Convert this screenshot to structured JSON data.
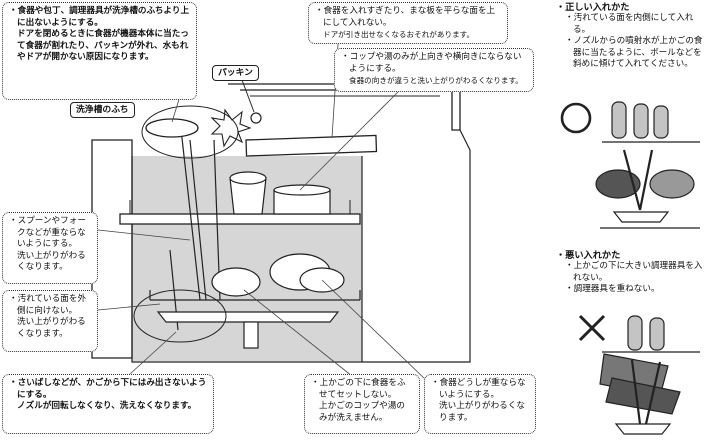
{
  "labels": {
    "packing": "パッキン",
    "tub_rim": "洗浄槽のふち"
  },
  "callouts": {
    "top_left": {
      "lines": [
        "・食器や包丁、調理器具が洗浄槽のふちより上に出ないようにする。",
        "ドアを閉めるときに食器が機器本体に当たって食器が割れたり、パッキンが外れ、水もれやドアが開かない原因になります。"
      ]
    },
    "top_mid": {
      "lines": [
        "・食器を入れすぎたり、まな板を平らな面を上にして入れない。",
        "ドアが引き出せなくなるおそれがあります。"
      ]
    },
    "mid": {
      "lines": [
        "・コップや湯のみが上向きや横向きにならないようにする。",
        "食器の向きが違うと洗い上がりがわるくなります。"
      ]
    },
    "left_spoon": {
      "lines": [
        "・スプーンやフォークなどが重ならないようにする。",
        "洗い上がりがわるくなります。"
      ]
    },
    "left_dirty": {
      "lines": [
        "・汚れている面を外側に向けない。",
        "洗い上がりがわるくなります。"
      ]
    },
    "bottom_left": {
      "lines": [
        "・さいばしなどが、かごから下にはみ出さないようにする。",
        "ノズルが回転しなくなり、洗えなくなります。"
      ]
    },
    "bottom_mid": {
      "lines": [
        "・上かごの下に食器をふせてセットしない。",
        "上かごのコップや湯のみが洗えません。"
      ]
    },
    "bottom_right": {
      "lines": [
        "・食器どうしが重ならないようにする。",
        "洗い上がりがわるくなります。"
      ]
    }
  },
  "right_panel": {
    "correct": {
      "heading": "・正しい入れかた",
      "items": [
        "・汚れている面を内側にして入れる。",
        "・ノズルからの噴射水が上かごの食器に当たるように、ボールなどを斜めに傾けて入れてください。"
      ]
    },
    "wrong": {
      "heading": "・悪い入れかた",
      "items": [
        "・上かごの下に大きい調理器具を入れない。",
        "・調理器具を重ねない。"
      ]
    }
  }
}
